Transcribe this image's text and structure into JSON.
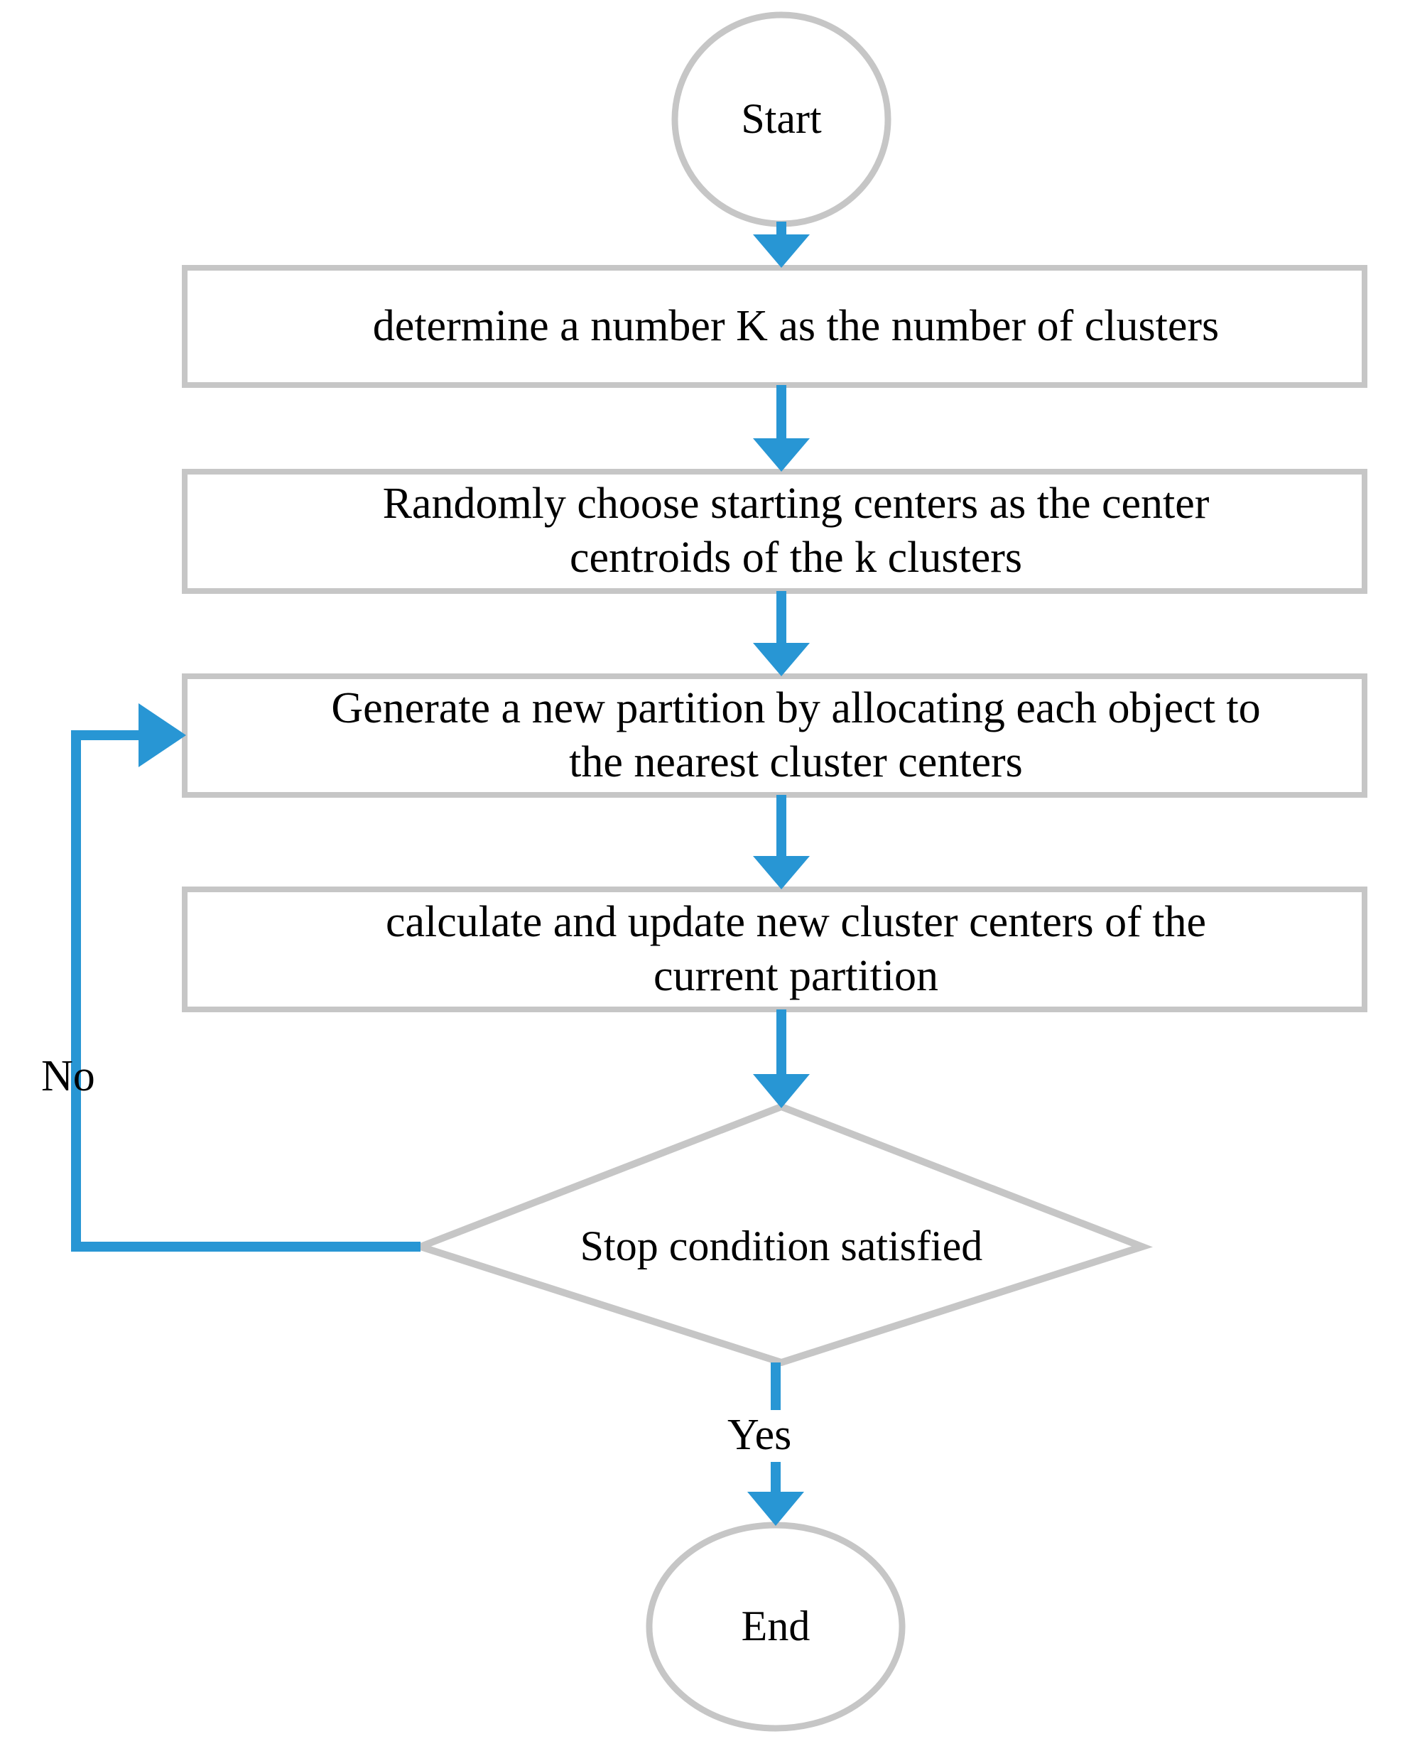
{
  "diagram": {
    "type": "flowchart",
    "title": "K-means clustering algorithm flowchart",
    "colors": {
      "node_border": "#c6c6c6",
      "node_fill": "#ffffff",
      "connector": "#2896d4",
      "text": "#000000",
      "background": "#ffffff"
    },
    "nodes": [
      {
        "id": "start",
        "shape": "ellipse",
        "label": "Start"
      },
      {
        "id": "step1",
        "shape": "rectangle",
        "label": "determine a number K as the number of clusters"
      },
      {
        "id": "step2",
        "shape": "rectangle",
        "label": "Randomly choose starting centers as the center\ncentroids of the k clusters"
      },
      {
        "id": "step3",
        "shape": "rectangle",
        "label": "Generate a new partition by allocating each object to\nthe nearest cluster centers"
      },
      {
        "id": "step4",
        "shape": "rectangle",
        "label": "calculate and update new cluster centers of the\ncurrent partition"
      },
      {
        "id": "decision",
        "shape": "diamond",
        "label": "Stop condition satisfied"
      },
      {
        "id": "end",
        "shape": "ellipse",
        "label": "End"
      }
    ],
    "edges": [
      {
        "id": "e-start-step1",
        "from": "start",
        "to": "step1",
        "label": ""
      },
      {
        "id": "e-step1-step2",
        "from": "step1",
        "to": "step2",
        "label": ""
      },
      {
        "id": "e-step2-step3",
        "from": "step2",
        "to": "step3",
        "label": ""
      },
      {
        "id": "e-step3-step4",
        "from": "step3",
        "to": "step4",
        "label": ""
      },
      {
        "id": "e-step4-decision",
        "from": "step4",
        "to": "decision",
        "label": ""
      },
      {
        "id": "e-decision-step3",
        "from": "decision",
        "to": "step3",
        "label": "No"
      },
      {
        "id": "e-decision-end",
        "from": "decision",
        "to": "end",
        "label": "Yes"
      }
    ],
    "edge_labels": {
      "no": "No",
      "yes": "Yes"
    }
  }
}
